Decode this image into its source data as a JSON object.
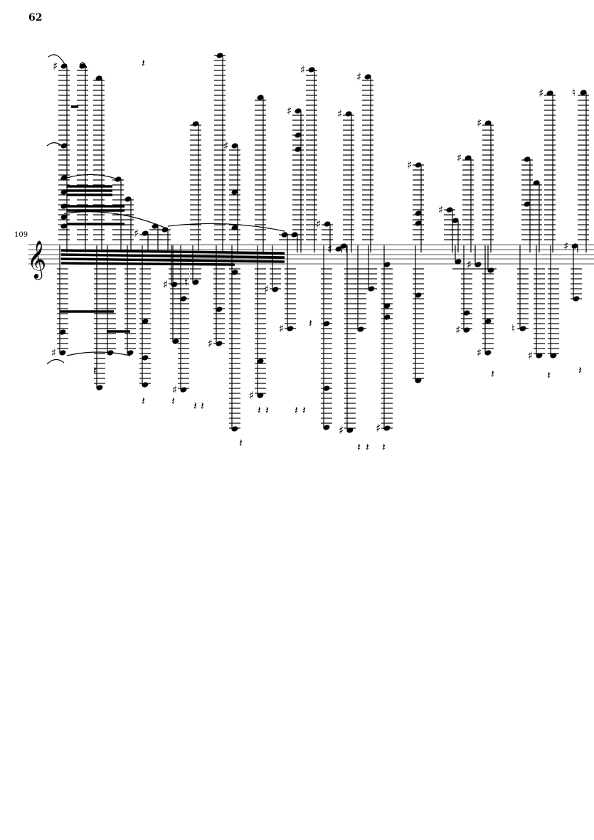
{
  "page": {
    "number": "62"
  },
  "system": {
    "measure_number": "109",
    "clef": "treble"
  },
  "colors": {
    "ink": "#000000",
    "staff": "#555555",
    "paper": "#ffffff"
  }
}
